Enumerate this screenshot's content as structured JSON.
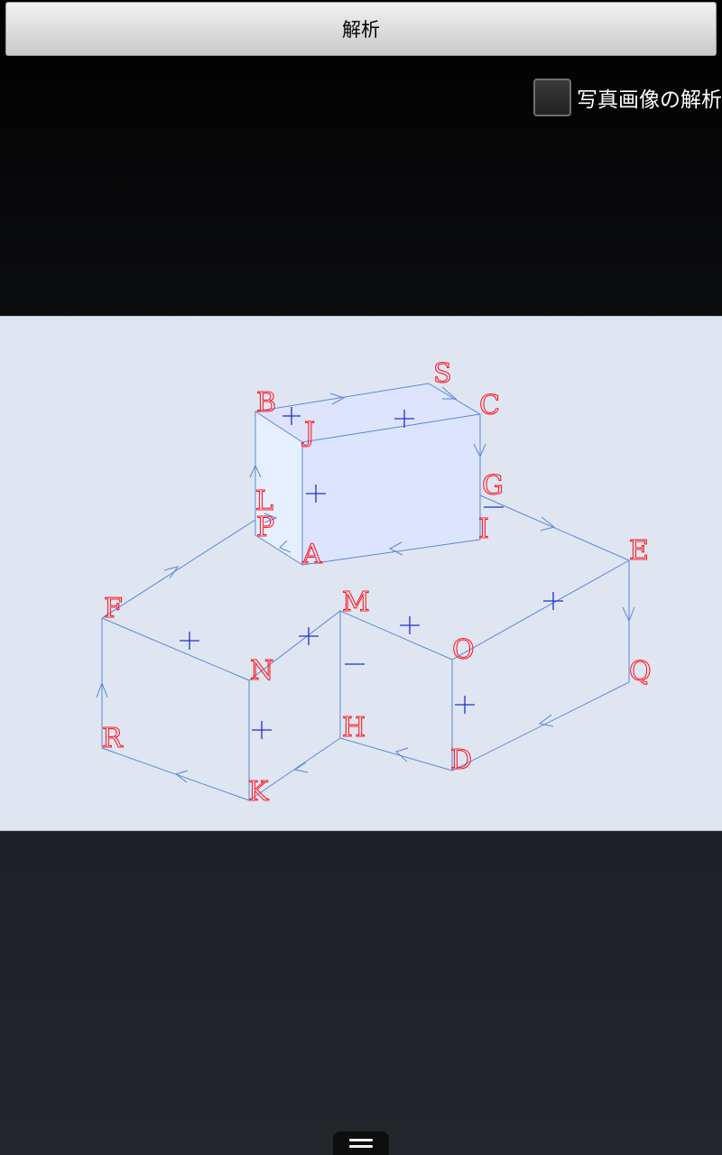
{
  "toolbar": {
    "analyze_label": "解析"
  },
  "options": {
    "photo_analysis_label": "写真画像の解析",
    "photo_analysis_checked": false
  },
  "diagram": {
    "vertex_labels": {
      "A": "A",
      "B": "B",
      "C": "C",
      "D": "D",
      "E": "E",
      "F": "F",
      "G": "G",
      "H": "H",
      "I": "I",
      "J": "J",
      "K": "K",
      "L": "L",
      "M": "M",
      "N": "N",
      "O": "O",
      "P": "P",
      "Q": "Q",
      "R": "R",
      "S": "S"
    },
    "colors": {
      "label": "#ff1e28",
      "edge": "#5b86d6",
      "sign": "#1f2fd6",
      "background": "#dfe6f1",
      "face_top": "#dde4fb",
      "face_front": "#dce5fd",
      "face_side": "#e6efff"
    }
  },
  "nav": {
    "menu_icon": "menu-icon"
  }
}
